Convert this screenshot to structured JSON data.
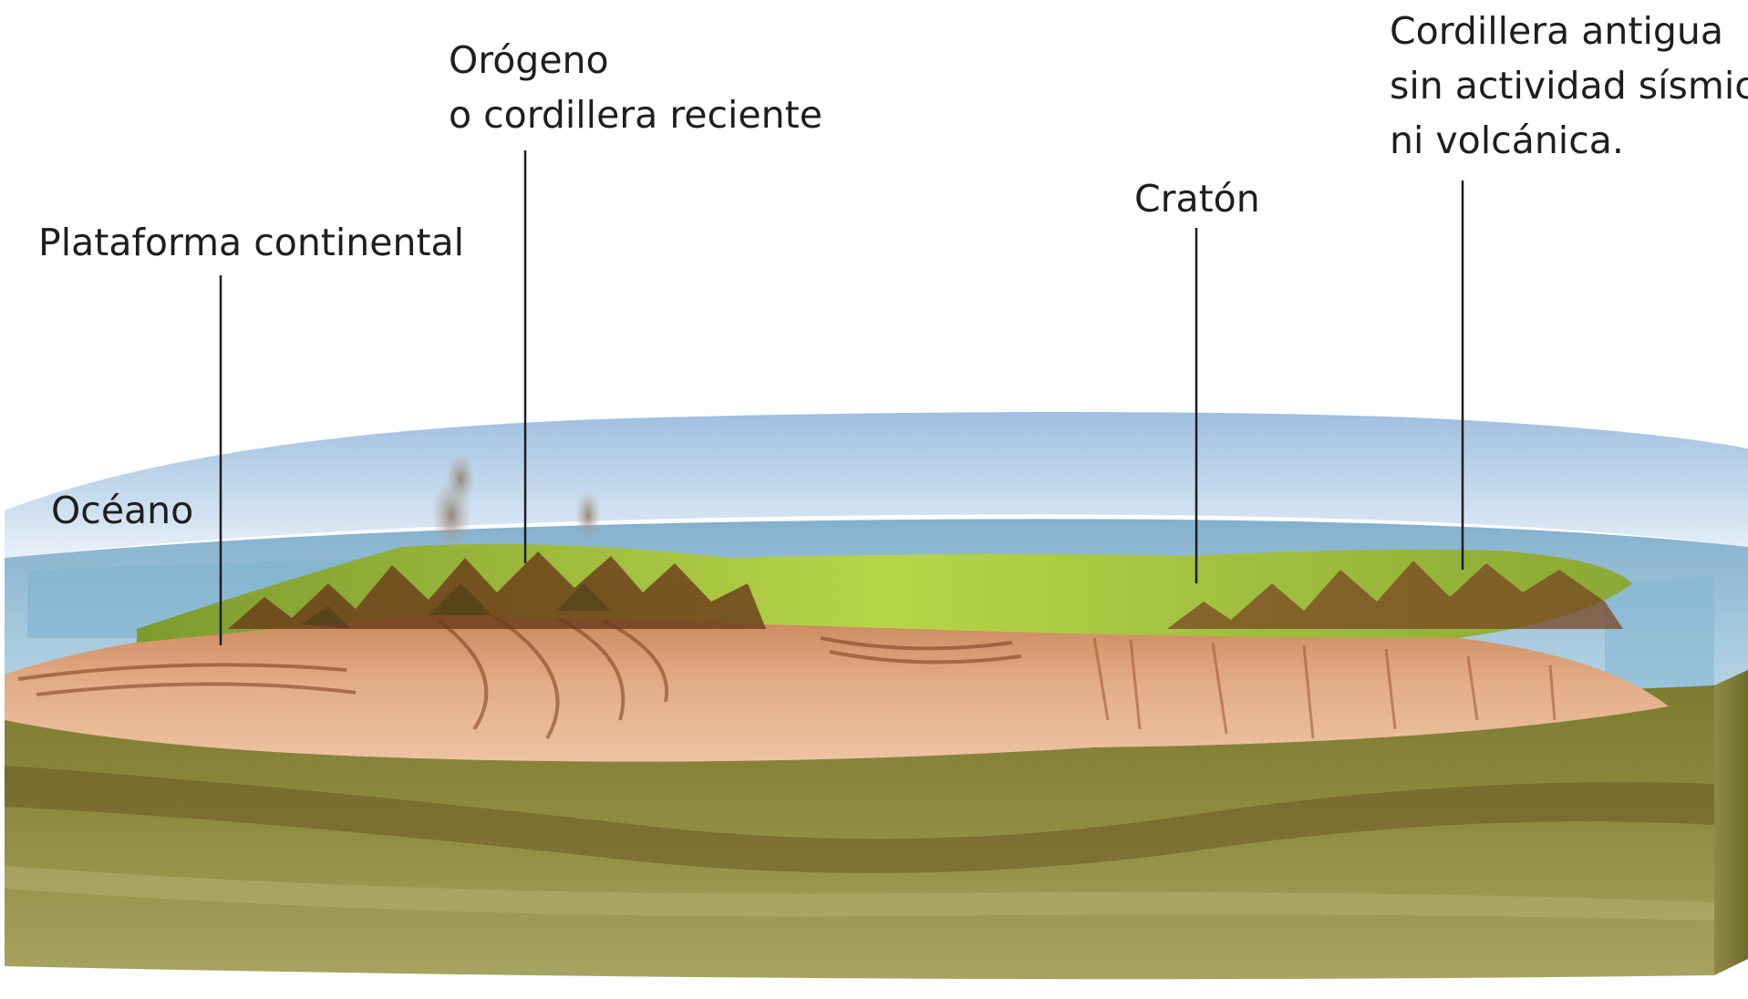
{
  "diagram": {
    "labels": {
      "oceano": "Océano",
      "plataforma": "Plataforma continental",
      "orogeno": [
        "Orógeno",
        "o cordillera reciente"
      ],
      "craton": "Cratón",
      "cordillera_antigua": [
        "Cordillera antigua",
        "sin actividad sísmica",
        "ni volcánica."
      ]
    },
    "colors": {
      "ocean_surface": "#a9c6e4",
      "ocean_water": "#8fbbd6",
      "vegetation": "#9ac23e",
      "mountain_brown": "#6b3a1a",
      "crust_orange": "#d99a72",
      "mantle_olive": "#8f8a3c"
    }
  }
}
